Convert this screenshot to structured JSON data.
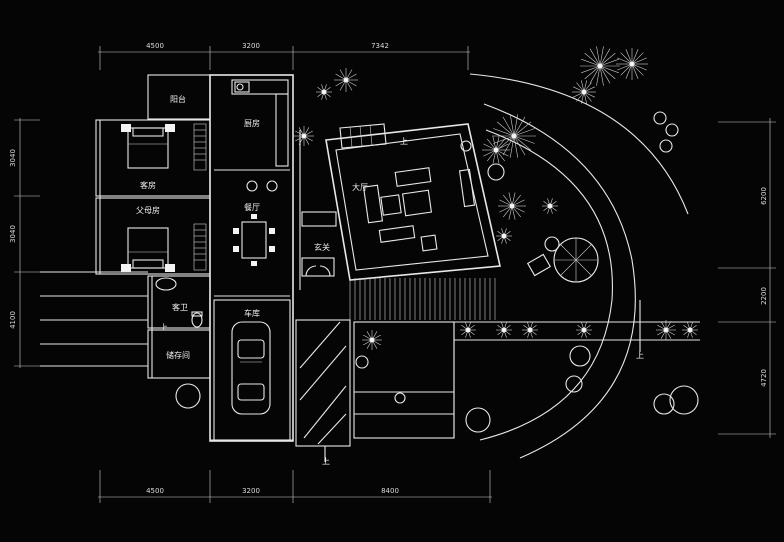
{
  "dimensions": {
    "top": [
      "4500",
      "3200",
      "7342"
    ],
    "bottom": [
      "4500",
      "3200",
      "8400"
    ],
    "left": [
      "3040",
      "3040",
      "4100"
    ],
    "right": [
      "6200",
      "2200",
      "4720"
    ]
  },
  "rooms": {
    "balcony": "阳台",
    "kitchen": "厨房",
    "guest_room": "客房",
    "parents_room": "父母房",
    "dining": "餐厅",
    "living": "大厅",
    "entrance": "玄关",
    "wc": "客卫",
    "storage": "储存间",
    "garage": "车库"
  },
  "markers": {
    "up_1": "上",
    "up_2": "上",
    "up_3": "上",
    "up_4": "上"
  },
  "colors": {
    "background": "#050505",
    "lines": "#e8e8e8"
  }
}
